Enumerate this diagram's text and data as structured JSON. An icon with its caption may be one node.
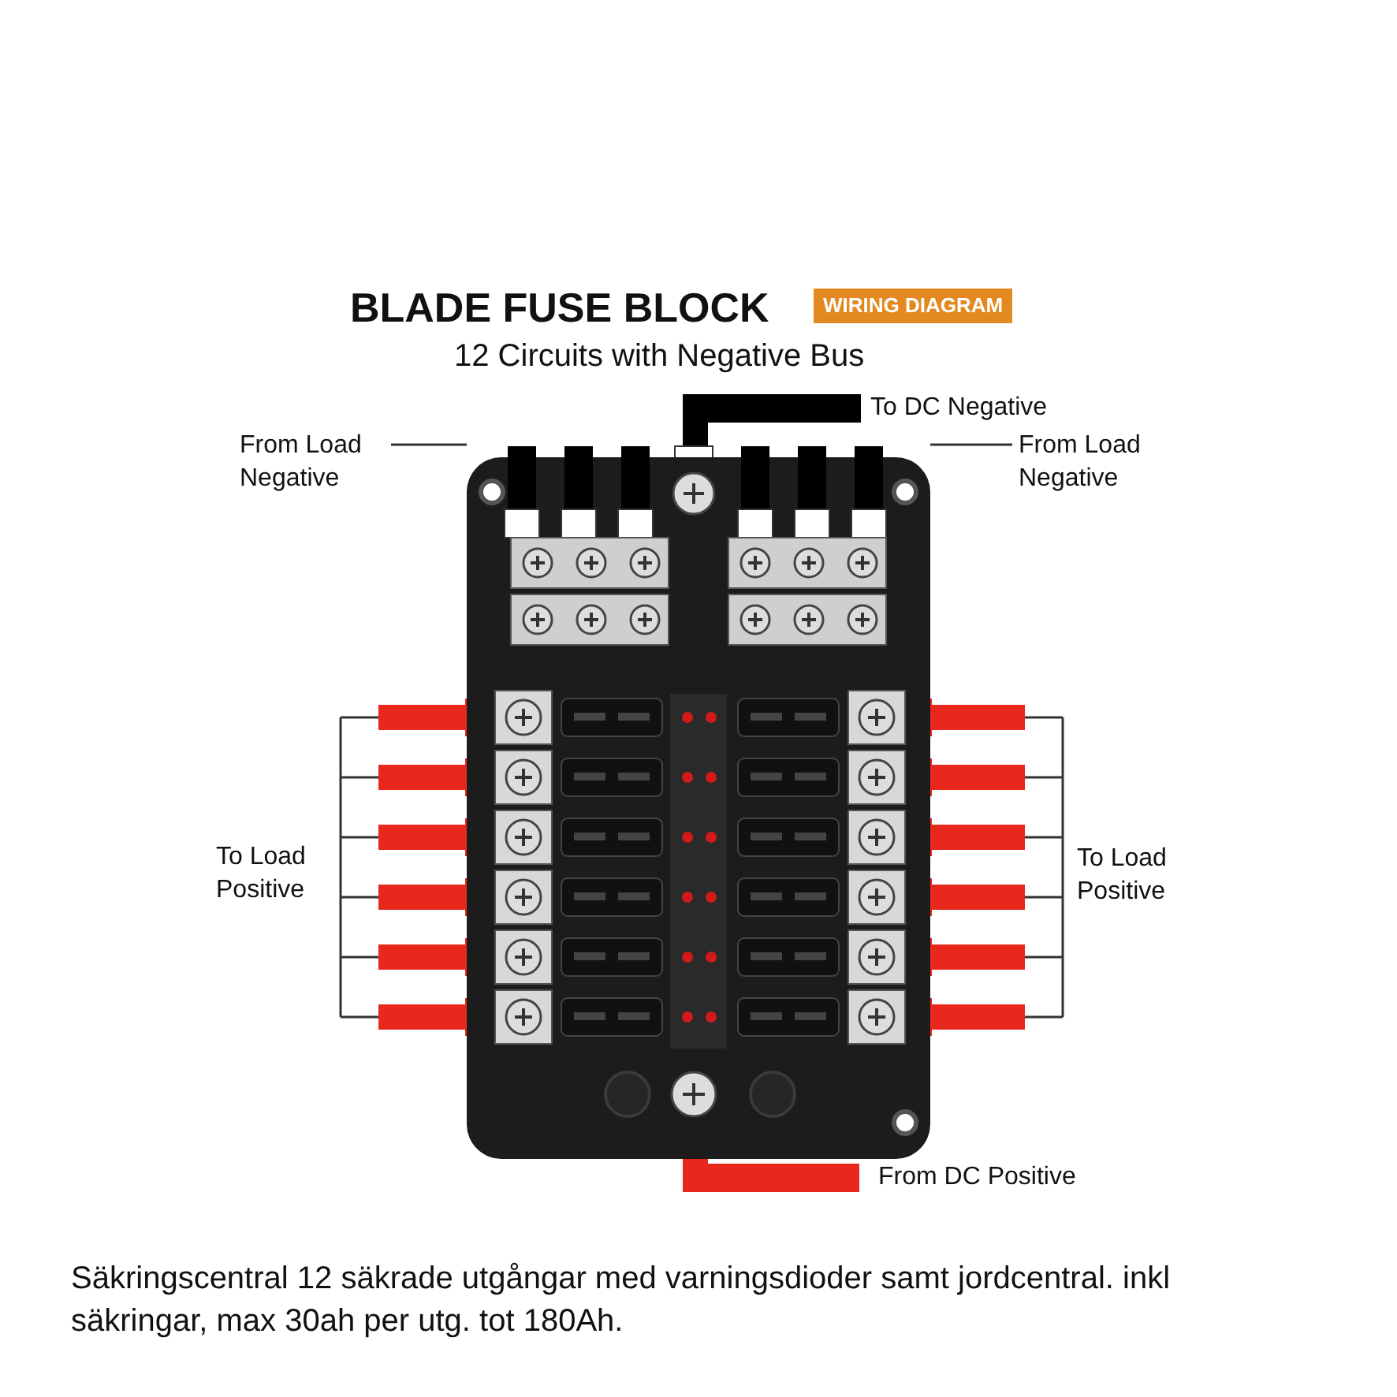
{
  "diagram": {
    "title": "BLADE FUSE BLOCK",
    "caption": "Säkringscentral 12 säkrade utgångar med varningsdioder samt jordcentral. inkl säkringar, max 30ah per utg. tot 180Ah.",
    "nodes": [
      {
        "text": [],
        "shape": "picture"
      },
      {
        "text": [
          "From Load Negative"
        ]
      },
      {
        "text": [
          "From Load Negative"
        ]
      }
    ],
    "edges": [
      {
        "from": 1,
        "to": 0,
        "arrow": "none"
      },
      {
        "from": 2,
        "to": 0,
        "arrow": "none"
      }
    ],
    "labels": [
      "WIRING DIAGRAM",
      "12 Circuits with Negative Bus",
      "To DC Negative",
      "To Load Positive",
      "To Load Positive",
      "From DC Positive"
    ]
  }
}
